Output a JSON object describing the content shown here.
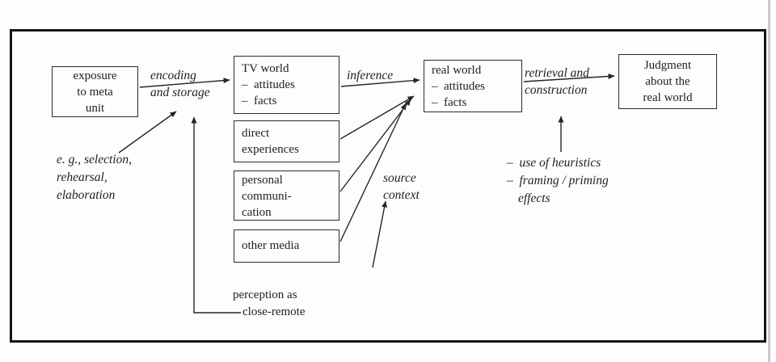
{
  "figure": {
    "colors": {
      "ink": "#1f1f1f",
      "box_border": "#2c2c2c",
      "frame_border": "#161616",
      "background": "#fdfdfd"
    }
  },
  "boxes": {
    "exposure": {
      "lines": [
        "exposure",
        "to meta",
        "unit"
      ]
    },
    "tv_world": {
      "lines": [
        "TV world",
        "–  attitudes",
        "–  facts"
      ]
    },
    "direct_experiences": {
      "lines": [
        "direct",
        "experiences"
      ]
    },
    "personal_communication": {
      "lines": [
        "personal",
        "communi-",
        "cation"
      ]
    },
    "other_media": {
      "lines": [
        "other media"
      ]
    },
    "real_world": {
      "lines": [
        "real world",
        "–  attitudes",
        "–  facts"
      ]
    },
    "judgment": {
      "lines": [
        "Judgment",
        "about the",
        "real world"
      ]
    }
  },
  "labels": {
    "encoding_storage": {
      "lines": [
        "encoding",
        "and storage"
      ]
    },
    "inference": {
      "lines": [
        "inference"
      ]
    },
    "retrieval_construction": {
      "lines": [
        "retrieval and",
        "construction"
      ]
    },
    "eg_selection": {
      "lines": [
        "e. g., selection,",
        "rehearsal,",
        "elaboration"
      ]
    },
    "source_context": {
      "lines": [
        "source",
        "context"
      ]
    },
    "heuristics": {
      "lines": [
        "–  use of heuristics",
        "–  framing / priming",
        "effects"
      ]
    },
    "perception": {
      "lines": [
        "perception as",
        "close-remote"
      ]
    }
  }
}
